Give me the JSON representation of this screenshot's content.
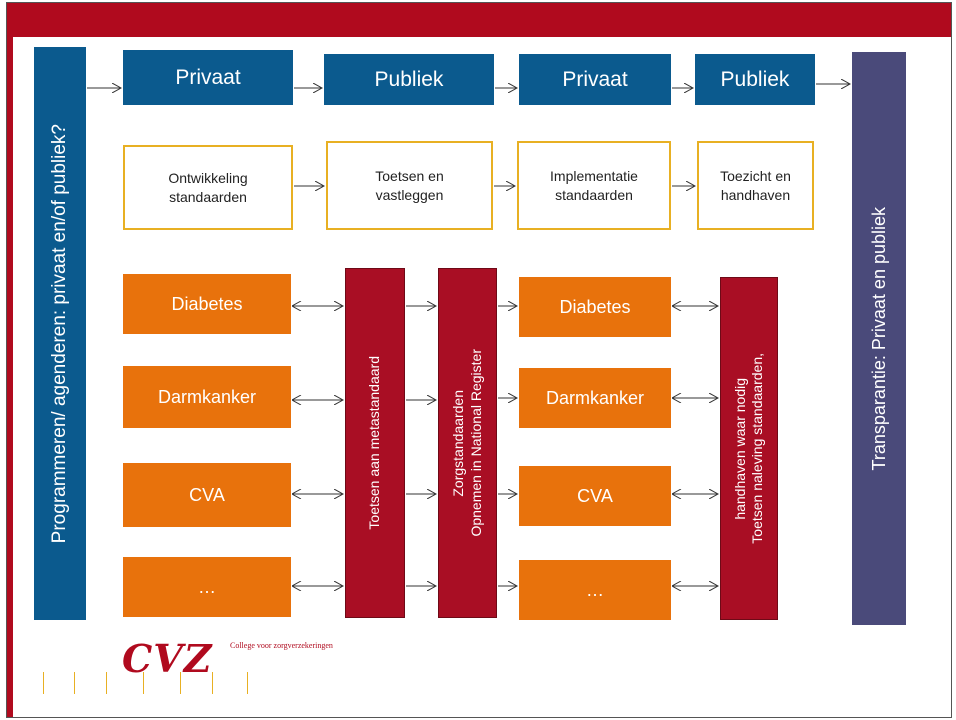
{
  "left_bar": "Programmeren/ agenderen: privaat en/of publiek?",
  "right_bar": "Transparantie: Privaat en publiek",
  "phases": [
    {
      "label": "Privaat"
    },
    {
      "label": "Publiek"
    },
    {
      "label": "Privaat"
    },
    {
      "label": "Publiek"
    }
  ],
  "steps": [
    {
      "line1": "Ontwikkeling",
      "line2": "standaarden"
    },
    {
      "line1": "Toetsen en",
      "line2": "vastleggen"
    },
    {
      "line1": "Implementatie",
      "line2": "standaarden"
    },
    {
      "line1": "Toezicht en",
      "line2": "handhaven"
    }
  ],
  "topics_left": [
    "Diabetes",
    "Darmkanker",
    "CVA",
    "…"
  ],
  "topics_right": [
    "Diabetes",
    "Darmkanker",
    "CVA",
    "…"
  ],
  "process_bars": [
    {
      "line1": "Toetsen aan metastandaard",
      "line2": ""
    },
    {
      "line1": "Opnemen in National Register",
      "line2": "Zorgstandaarden"
    },
    {
      "line1": "Toetsen naleving  standaarden,",
      "line2": "handhaven waar nodig"
    }
  ],
  "logo": {
    "name": "CVZ",
    "subtitle": "College voor zorgverzekeringen"
  },
  "colors": {
    "header_red": "#b00a1e",
    "phase_blue": "#0b5a8e",
    "step_border": "#e8b023",
    "topic_orange": "#e8720c",
    "process_red": "#a90e24",
    "transparency_purple": "#4a4a7a"
  }
}
